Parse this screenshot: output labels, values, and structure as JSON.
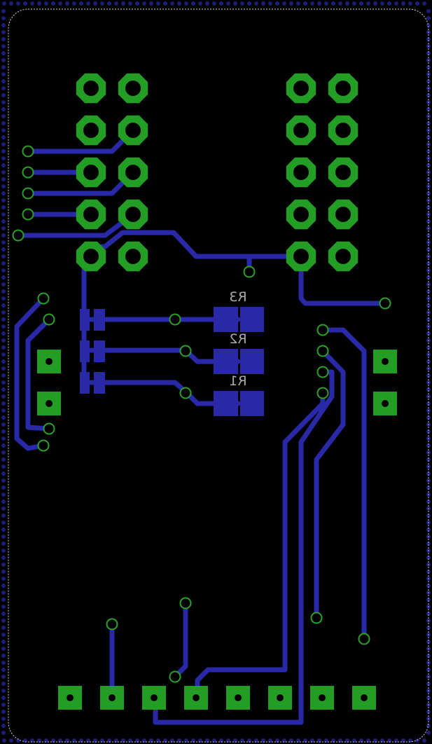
{
  "board": {
    "background": "#000000",
    "copper_color": "#2929a8",
    "pad_color": "#249d24",
    "via_ring_color": "#2aa12a",
    "outline_color": "#d8d8d8",
    "stitch_via_color": "#1c1c7a",
    "label_color": "#aaaaaa"
  },
  "labels": [
    "R3",
    "R2",
    "R1"
  ]
}
